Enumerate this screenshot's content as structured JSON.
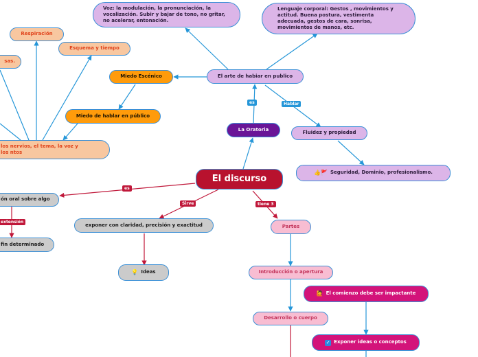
{
  "nodes": {
    "discurso": "El discurso",
    "oratoria": "La Oratoria",
    "arte_hablar": "El arte de habiar en publico",
    "voz": "Voz: la modulación, la pronunciación, la vocalización. Subir y bajar de tono, no gritar, no acelerar, entonación.",
    "lenguaje_corporal": "Lenguaje corporal: Gestos , movimientos y actitud. Buena postura, vestimenta adecuada, gestos de cara, sonrisa, movimientos de manos, etc.",
    "miedo_escenico": "Miedo Escénico",
    "miedo_hablar": "Miedo de hablar en público",
    "fluidez": "Fluidez y propiedad",
    "seguridad": "Seguridad, Dominio, profesionalismo.",
    "respiracion": "Respiración",
    "esquema": "Esquema y tiempo",
    "sas": "sas.",
    "nervios": "los nervios, el tema, la voz y los ntos",
    "oral": "ón oral sobre algo",
    "fin": "fin determinado",
    "exponer_claridad": "exponer con claridad, precisión y exactitud",
    "ideas": "Ideas",
    "partes": "Partes",
    "introduccion": "Introducción o apertura",
    "comienzo": "El comienzo debe ser impactante",
    "desarrollo": "Desarrollo o cuerpo",
    "exponer_ideas": "Exponer ideas o conceptos"
  },
  "labels": {
    "es_oratoria": "es",
    "hablar": "Hablar",
    "es_discurso": "es",
    "sirve": "Sirve",
    "tiene": "tiene 3",
    "extension": "extensión"
  },
  "icons": {
    "ideas": "lightbulb-icon",
    "seguridad": "thumbs-up-flag-icon",
    "comienzo": "person-raising-hand-icon",
    "exponer_ideas": "checkmark-icon"
  },
  "colors": {
    "blue_edge": "#2596d8",
    "red_edge": "#c0183a",
    "central": "#b8122e",
    "oratoria": "#6a1597"
  }
}
